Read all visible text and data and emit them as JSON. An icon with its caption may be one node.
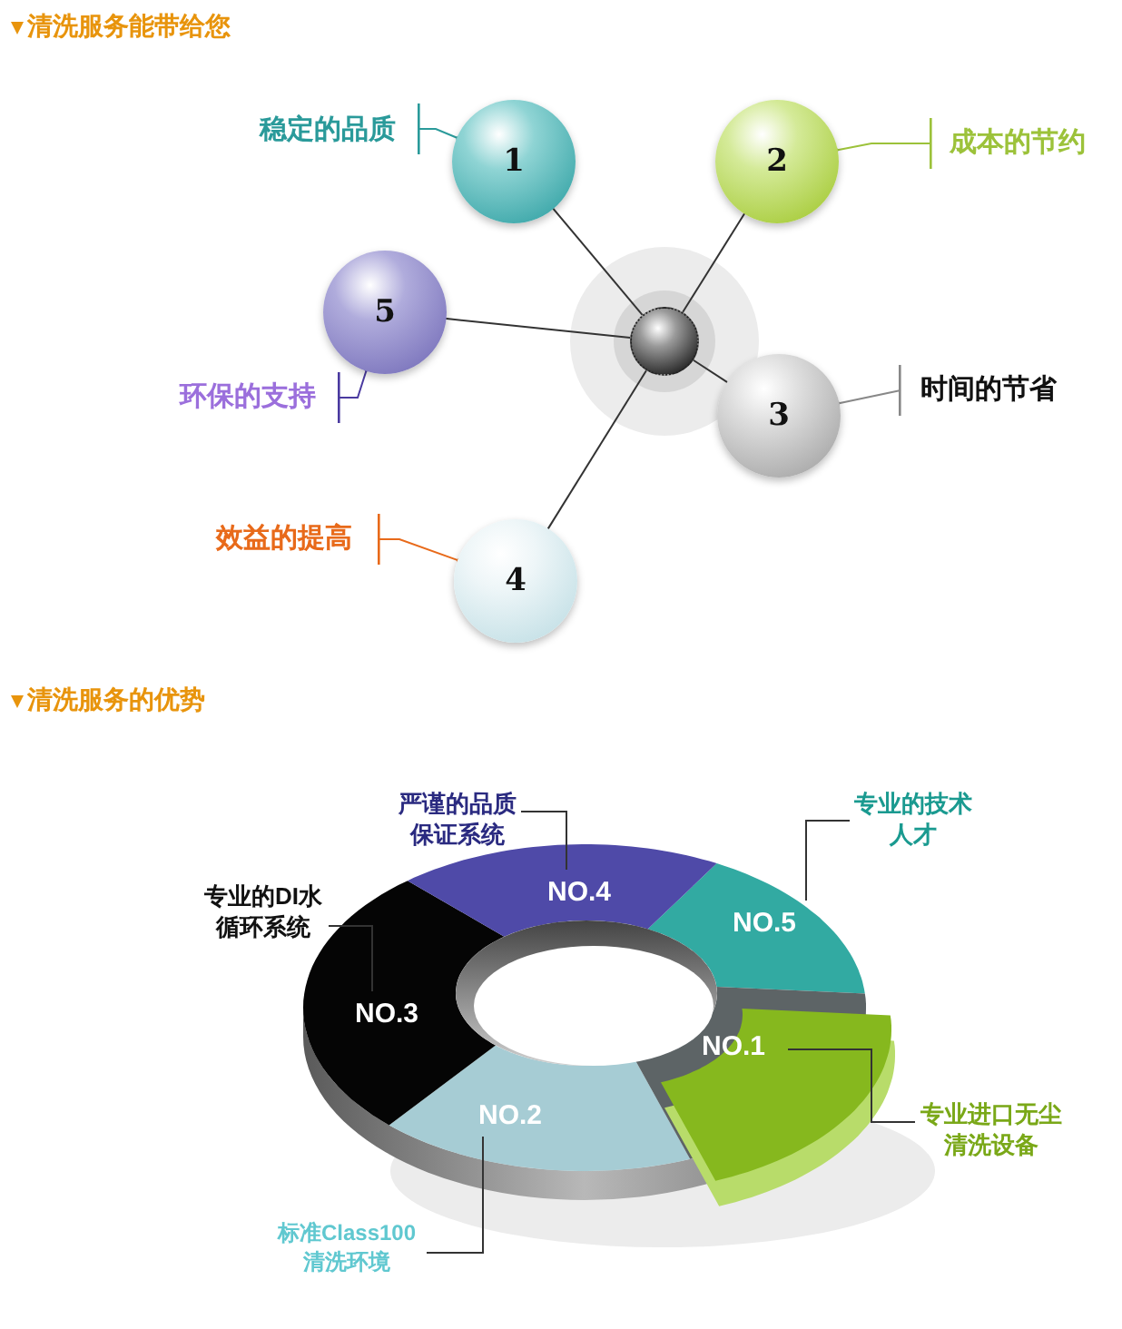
{
  "diagram": {
    "title": "清洗服务能带给您",
    "nodes": [
      {
        "text": [
          "稳定的品质"
        ]
      },
      {
        "text": [
          "1"
        ]
      },
      {
        "text": [
          "2"
        ]
      },
      {
        "text": [
          "成本的节约"
        ]
      },
      {
        "text": [
          "5"
        ]
      },
      {
        "text": [],
        "shape": "circle"
      },
      {
        "text": [
          "3"
        ]
      },
      {
        "text": [
          "时间的节省"
        ]
      },
      {
        "text": [
          "环保的支持"
        ]
      },
      {
        "text": [
          "效益的提高"
        ]
      },
      {
        "text": [
          "4"
        ]
      },
      {
        "text": [
          "严谨的品质保证系统"
        ]
      },
      {
        "text": [
          "专业的技术人才"
        ]
      },
      {
        "text": [
          "NO.4"
        ]
      },
      {
        "text": [
          "专业的DI水循环系统"
        ]
      },
      {
        "text": [
          "NO.5"
        ]
      },
      {
        "text": [
          "NO.3"
        ]
      },
      {
        "text": [
          "NO.1"
        ]
      },
      {
        "text": [
          "NO.2"
        ]
      },
      {
        "text": [
          "专业进口无尘清洗设备"
        ]
      },
      {
        "text": [
          "标准Class100清洗环境"
        ]
      }
    ],
    "edges": [
      {
        "from": 0,
        "to": 1,
        "arrow": "other",
        "color": "#2a9a9a"
      },
      {
        "from": 3,
        "to": 2,
        "arrow": "other",
        "color": "#9cc23a"
      },
      {
        "from": 7,
        "to": 6,
        "arrow": "other",
        "color": "#888888"
      },
      {
        "from": 8,
        "to": 4,
        "arrow": "other",
        "color": "#4a3aa0"
      },
      {
        "from": 9,
        "to": 10,
        "arrow": "other",
        "color": "#e86a1a"
      },
      {
        "from": 5,
        "to": 1,
        "arrow": "none"
      },
      {
        "from": 5,
        "to": 2,
        "arrow": "none"
      },
      {
        "from": 5,
        "to": 4,
        "arrow": "none"
      },
      {
        "from": 5,
        "to": 6,
        "arrow": "none"
      },
      {
        "from": 5,
        "to": 10,
        "arrow": "none"
      },
      {
        "from": 11,
        "to": 13,
        "arrow": "none"
      },
      {
        "from": 12,
        "to": 15,
        "arrow": "none"
      },
      {
        "from": 14,
        "to": 16,
        "arrow": "none"
      },
      {
        "from": 19,
        "to": 17,
        "arrow": "none"
      },
      {
        "from": 20,
        "to": 18,
        "arrow": "none"
      }
    ],
    "labels": [
      "清洗服务的优势"
    ]
  }
}
